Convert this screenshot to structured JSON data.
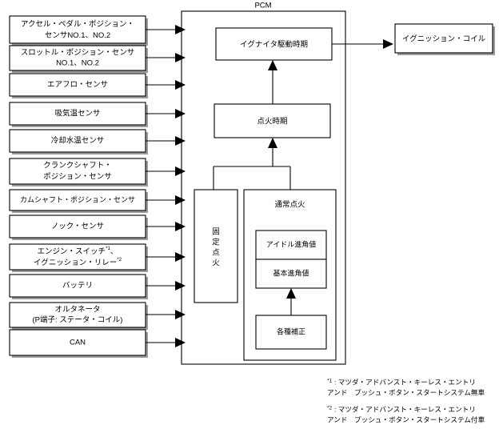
{
  "diagram": {
    "title": "PCM",
    "pcm_label": "PCM",
    "colors": {
      "line": "#000000",
      "box_fill": "#ffffff",
      "shadow": "#9a9a9a",
      "background": "#ffffff"
    }
  },
  "inputs": [
    {
      "id": "accel-pedal-position-sensor",
      "line1": "アクセル・ペダル・ポジション・",
      "line2": "センサNO.1、NO.2"
    },
    {
      "id": "throttle-position-sensor",
      "line1": "スロットル・ポジション・センサ",
      "line2": "NO.1、NO.2"
    },
    {
      "id": "air-flow-sensor",
      "line1": "エアフロ・センサ",
      "line2": ""
    },
    {
      "id": "intake-air-temperature-sensor",
      "line1": "吸気温センサ",
      "line2": ""
    },
    {
      "id": "engine-coolant-temperature-sensor",
      "line1": "冷却水温センサ",
      "line2": ""
    },
    {
      "id": "crankshaft-position-sensor",
      "line1": "クランクシャフト・",
      "line2": "ポジション・センサ"
    },
    {
      "id": "camshaft-position-sensor",
      "line1": "カムシャフト・ポジション・センサ",
      "line2": ""
    },
    {
      "id": "knock-sensor",
      "line1": "ノック・センサ",
      "line2": ""
    },
    {
      "id": "engine-switch-ignition-relay",
      "line1": "エンジン・スイッチ",
      "line1_sup": "*1",
      "line1_tail": "、",
      "line2": "イグニッション・リレー",
      "line2_sup": "*2",
      "line2_tail": ""
    },
    {
      "id": "battery",
      "line1": "バッテリ",
      "line2": ""
    },
    {
      "id": "alternator",
      "line1": "オルタネータ",
      "line2": "(P端子: ステータ・コイル)"
    },
    {
      "id": "can",
      "line1": "CAN",
      "line2": ""
    }
  ],
  "pcm": {
    "igniter_drive_timing": "イグナイタ駆動時期",
    "ignition_timing": "点火時期",
    "fixed_ignition": "固定点火",
    "fixed_ignition_chars": [
      "固",
      "定",
      "点",
      "火"
    ],
    "normal_ignition": "通常点火",
    "idle_advance_value": "アイドル進角値",
    "basic_advance_value": "基本進角値",
    "various_corrections": "各種補正"
  },
  "output": {
    "ignition_coil": "イグニッション・コイル"
  },
  "notes": [
    {
      "marker": "*1",
      "line1": ": マツダ・アドバンスト・キーレス・エントリ",
      "line2": "アンド　プッシュ・ボタン・スタートシステム無車"
    },
    {
      "marker": "*2",
      "line1": ": マツダ・アドバンスト・キーレス・エントリ",
      "line2": "アンド　プッシュ・ボタン・スタートシステム付車"
    }
  ]
}
